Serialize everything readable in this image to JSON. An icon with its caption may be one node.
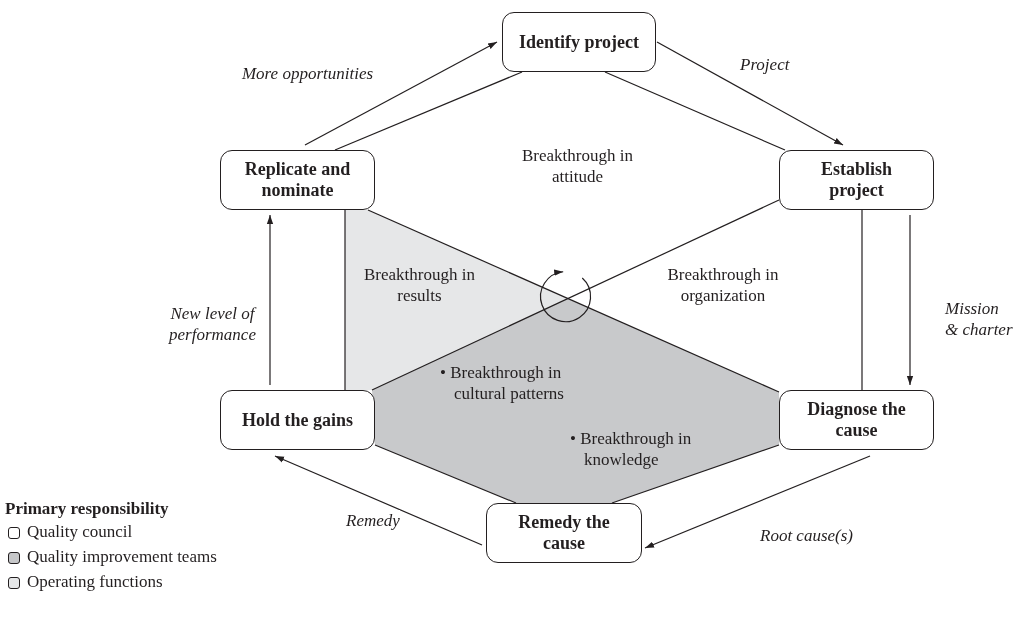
{
  "diagram": {
    "nodes": [
      {
        "text": [
          "Identify project"
        ]
      },
      {
        "text": [
          "Establish project"
        ]
      },
      {
        "text": [
          "Diagnose the cause"
        ]
      },
      {
        "text": [
          "Remedy the cause"
        ]
      },
      {
        "text": [
          "Hold the gains"
        ]
      },
      {
        "text": [
          "Replicate and nominate"
        ]
      }
    ],
    "edges": [
      {
        "from": 0,
        "to": 1,
        "arrow": "to",
        "label": "Project"
      },
      {
        "from": 1,
        "to": 2,
        "arrow": "to",
        "label": "Mission & charter"
      },
      {
        "from": 2,
        "to": 3,
        "arrow": "to",
        "label": "Root cause(s)"
      },
      {
        "from": 3,
        "to": 4,
        "arrow": "to",
        "label": "Remedy"
      },
      {
        "from": 4,
        "to": 5,
        "arrow": "to",
        "label": "New level of performance"
      },
      {
        "from": 5,
        "to": 0,
        "arrow": "to",
        "label": "More opportunities"
      },
      {
        "from": 0,
        "to": 1,
        "arrow": "none"
      },
      {
        "from": 1,
        "to": 2,
        "arrow": "none"
      },
      {
        "from": 2,
        "to": 3,
        "arrow": "none"
      },
      {
        "from": 3,
        "to": 4,
        "arrow": "none"
      },
      {
        "from": 4,
        "to": 5,
        "arrow": "none"
      },
      {
        "from": 5,
        "to": 0,
        "arrow": "none"
      },
      {
        "from": 5,
        "to": 2,
        "arrow": "none"
      },
      {
        "from": 1,
        "to": 4,
        "arrow": "none"
      }
    ],
    "labels": [
      "Breakthrough in attitude",
      "Breakthrough in results",
      "Breakthrough in organization",
      "• Breakthrough in cultural patterns",
      "• Breakthrough in knowledge",
      "Primary responsibility"
    ],
    "legend": [
      {
        "text": "Quality council",
        "color": "#ffffff"
      },
      {
        "text": "Quality improvement teams",
        "color": "#c6c7c9"
      },
      {
        "text": "Operating functions",
        "color": "#e6e7e8"
      }
    ]
  }
}
